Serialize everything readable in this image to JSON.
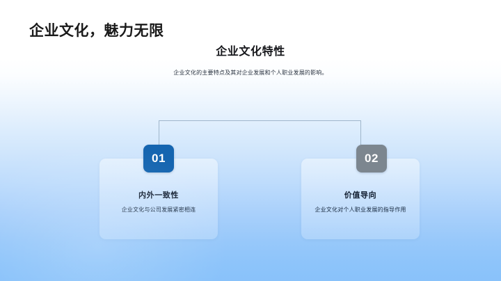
{
  "slide": {
    "headline": "企业文化，魅力无限",
    "title": "企业文化特性",
    "subtitle": "企业文化的主要特点及其对企业发展和个人职业发展的影响。",
    "colors": {
      "badge_one": "#1565b0",
      "badge_two": "#7c868f",
      "connector_line": "#9fb6cb",
      "headline_text": "#1a1a1a",
      "card_title_text": "#111e30",
      "background_top": "#ffffff",
      "background_bottom": "#89c2fa"
    },
    "cards": [
      {
        "number": "01",
        "title": "内外一致性",
        "description": "企业文化与公司发展紧密相连"
      },
      {
        "number": "02",
        "title": "价值导向",
        "description": "企业文化对个人职业发展的指导作用"
      }
    ]
  }
}
